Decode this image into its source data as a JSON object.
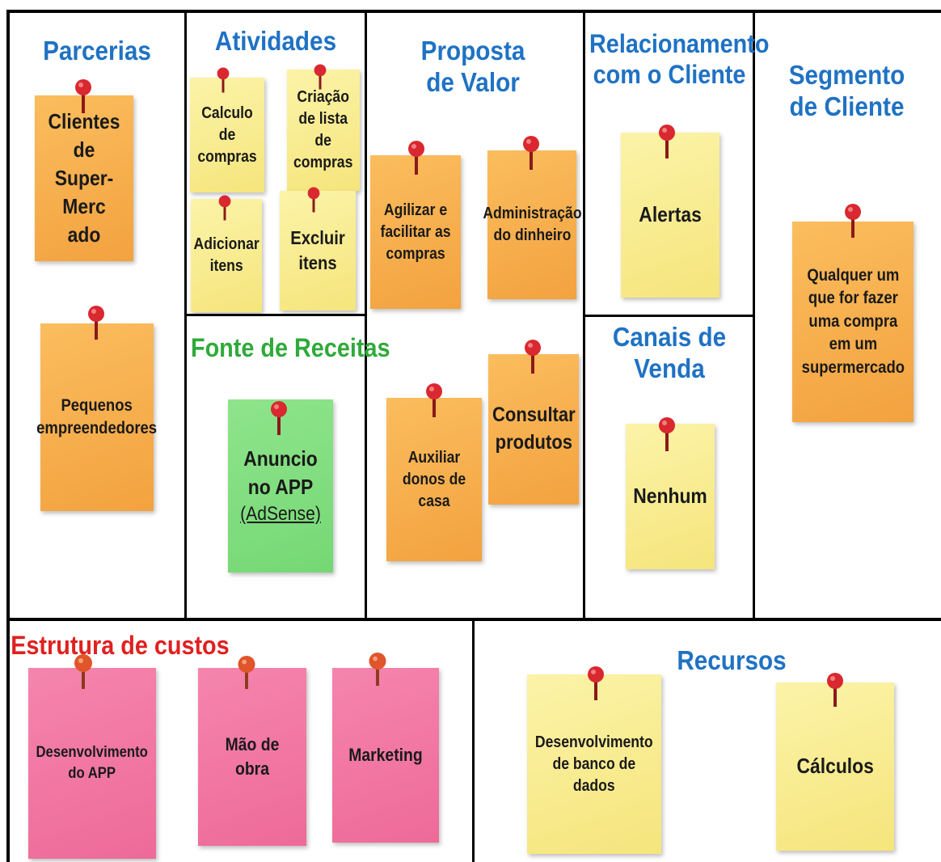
{
  "sections": {
    "parcerias": "Parcerias",
    "atividades": "Atividades",
    "proposta": "Proposta de Valor",
    "relacionamento": "Relacionamento com o Cliente",
    "segmento": "Segmento de Cliente",
    "fonte": "Fonte de Receitas",
    "canais": "Canais de Venda",
    "estrutura": "Estrutura de custos",
    "recursos": "Recursos"
  },
  "notes": {
    "clientes_super": "Clientes de Super-Merc ado",
    "pequenos": "Pequenos empreendedores",
    "calculo_compras": "Calculo de compras",
    "criacao_lista": "Criação de lista de compras",
    "adicionar_itens": "Adicionar itens",
    "excluir_itens": "Excluir itens",
    "anuncio_app": "Anuncio no APP",
    "adsense": "(AdSense)",
    "agilizar": "Agilizar e facilitar as compras",
    "administracao": "Administração do dinheiro",
    "auxiliar": "Auxiliar donos de casa",
    "consultar": "Consultar produtos",
    "alertas": "Alertas",
    "nenhum": "Nenhum",
    "qualquer": "Qualquer um que for fazer uma compra em um supermercado",
    "desenv_app": "Desenvolvimento do APP",
    "mao_obra": "Mão de obra",
    "marketing": "Marketing",
    "desenv_banco": "Desenvolvimento de banco de dados",
    "calculos": "Cálculos"
  },
  "colors": {
    "title_blue": "#1f72c4",
    "title_green": "#2faa3a",
    "title_red": "#e02020",
    "note_yellow": "#f6e57c",
    "note_orange": "#f3a23f",
    "note_green": "#75d874",
    "note_pink": "#ee6a98",
    "pin_red": "#d9282f"
  }
}
